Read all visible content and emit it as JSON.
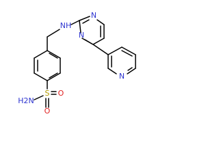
{
  "molecule": {
    "atom_labels": {
      "amine_nh": "NH",
      "pyrazine_n_top": "N",
      "pyrazine_n_bottom": "N",
      "pyridine_n": "N",
      "sulfonamide_nh2": "H2N",
      "sulfonyl_s": "S",
      "sulfonyl_o_right": "O",
      "sulfonyl_o_bottom": "O"
    },
    "colors": {
      "bond": "#000000",
      "carbon": "#000000",
      "nitrogen": "#2e35d0",
      "sulfur": "#b49a00",
      "oxygen": "#e02020"
    }
  }
}
